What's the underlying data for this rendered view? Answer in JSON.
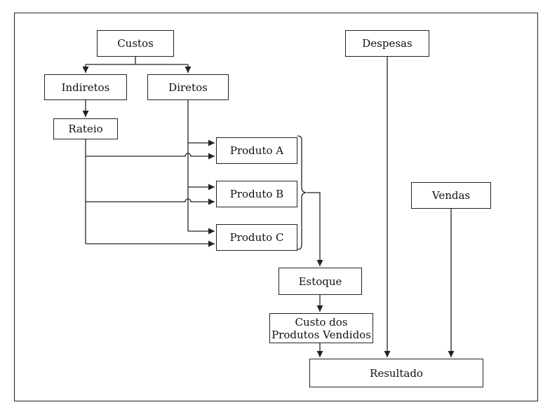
{
  "nodes": {
    "custos": "Custos",
    "despesas": "Despesas",
    "indiretos": "Indiretos",
    "diretos": "Diretos",
    "rateio": "Rateio",
    "produto_a": "Produto A",
    "produto_b": "Produto B",
    "produto_c": "Produto C",
    "vendas": "Vendas",
    "estoque": "Estoque",
    "cpv_line1": "Custo dos",
    "cpv_line2": "Produtos Vendidos",
    "resultado": "Resultado"
  },
  "colors": {
    "line": "#222222",
    "box_border": "#222222",
    "background": "#ffffff"
  }
}
